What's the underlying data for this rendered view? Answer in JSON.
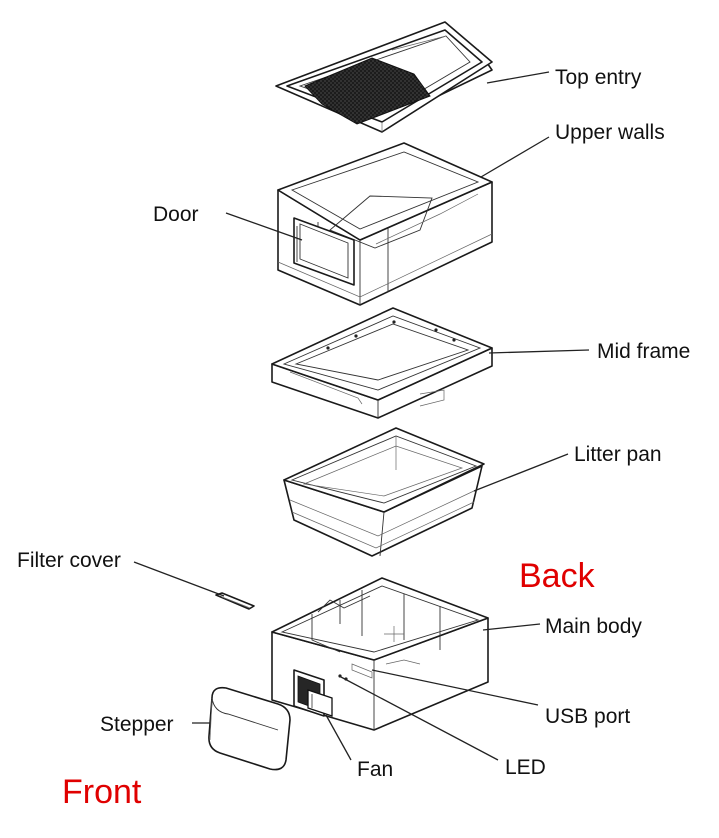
{
  "labels": {
    "top_entry": "Top entry",
    "upper_walls": "Upper walls",
    "door": "Door",
    "mid_frame": "Mid frame",
    "litter_pan": "Litter pan",
    "filter_cover": "Filter cover",
    "back": "Back",
    "main_body": "Main body",
    "usb_port": "USB port",
    "stepper": "Stepper",
    "fan": "Fan",
    "led": "LED",
    "front": "Front"
  },
  "colors": {
    "orientation_label": "#e00000",
    "line": "#1a1a1a",
    "filter_pad": "#1c1c1c"
  }
}
